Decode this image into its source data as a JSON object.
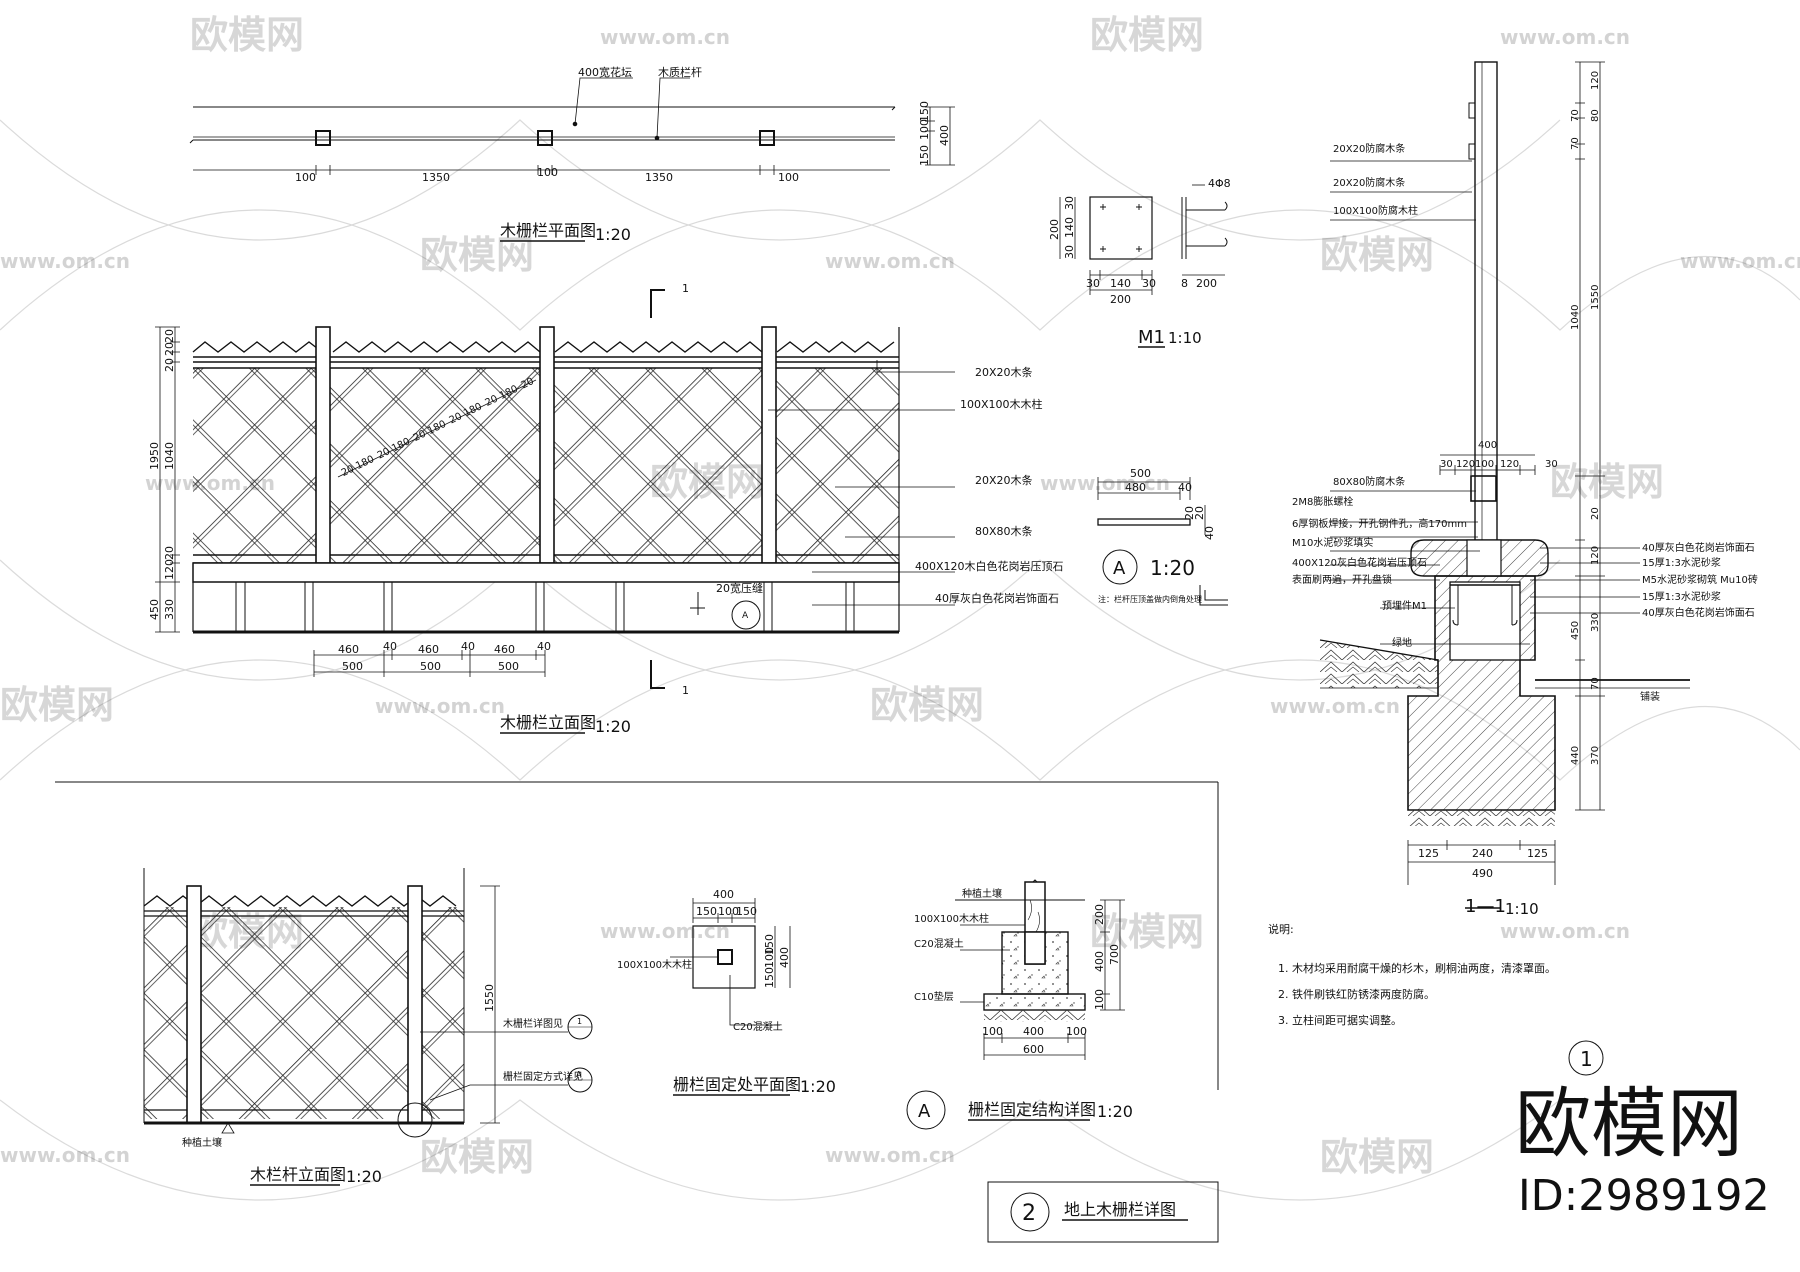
{
  "plan": {
    "label_a": "400宽花坛",
    "label_b": "木质栏杆",
    "dims_bottom": [
      "100",
      "1350",
      "100",
      "1350",
      "100"
    ],
    "dims_right": [
      "150",
      "100",
      "150",
      "400"
    ],
    "title": "木栅栏平面图",
    "scale": "1:20"
  },
  "elev": {
    "section_mark": "1",
    "dims_left": [
      "20",
      "20",
      "20",
      "1040",
      "1950",
      "20",
      "120",
      "450",
      "330"
    ],
    "diag_dims": [
      "20",
      "180",
      "20",
      "180",
      "20",
      "180",
      "20",
      "180",
      "20",
      "180",
      "20"
    ],
    "callouts": [
      "20X20木条",
      "100X100木木柱",
      "20X20木条",
      "80X80木条",
      "400X120木白色花岗岩压顶石",
      "40厚灰白色花岗岩饰面石"
    ],
    "joint_note": "20宽压缝",
    "detail_ref": "A",
    "dims_bottom_top": [
      "460",
      "40",
      "460",
      "40",
      "460",
      "40"
    ],
    "dims_bottom": [
      "500",
      "500",
      "500"
    ],
    "title": "木栅栏立面图",
    "scale": "1:20"
  },
  "m1": {
    "dims_plate": [
      "200",
      "30",
      "140",
      "30",
      "30",
      "140",
      "30",
      "200"
    ],
    "rebar": "4Φ8",
    "dims_side": [
      "8",
      "200"
    ],
    "title": "M1",
    "scale": "1:10"
  },
  "detailA": {
    "dims": [
      "500",
      "480",
      "40",
      "20",
      "20",
      "40"
    ],
    "tag": "A",
    "scale": "1:20",
    "note": "注：栏杆压顶盖做内倒角处理"
  },
  "section": {
    "callouts_left": [
      "20X20防腐木条",
      "20X20防腐木条",
      "100X100防腐木柱",
      "80X80防腐木条",
      "2M8膨胀螺栓",
      "6厚钢板焊接，开孔钢件孔，高170mm",
      "M10水泥砂浆填实",
      "400X120灰白色花岗岩压顶石",
      "表面刷两遍，开孔盘锁"
    ],
    "dims_top": [
      "400",
      "30",
      "120",
      "100",
      "120",
      "30"
    ],
    "callouts_right": [
      "40厚灰白色花岗岩饰面石",
      "15厚1:3水泥砂浆",
      "M5水泥砂浆砌筑 Mu10砖",
      "15厚1:3水泥砂浆",
      "40厚灰白色花岗岩饰面石"
    ],
    "embed": "预埋件M1",
    "grass": "绿地",
    "paving": "铺装",
    "dims_right": [
      "120",
      "80",
      "70",
      "70",
      "1040",
      "1550",
      "20",
      "120",
      "450",
      "330",
      "70",
      "370",
      "440"
    ],
    "dims_bottom": [
      "125",
      "240",
      "125",
      "490"
    ],
    "title": "1—1",
    "scale": "1:10"
  },
  "notes": {
    "heading": "说明:",
    "items": [
      "1. 木材均采用耐腐干燥的杉木，刷桐油两度，清漆罩面。",
      "2. 铁件刷铁红防锈漆两度防腐。",
      "3. 立柱间距可据实调整。"
    ]
  },
  "sheet_no": "1",
  "rail": {
    "dim": "1550",
    "callout_1": "木栅栏详图见",
    "callout_1_ref": "1",
    "callout_2": "栅栏固定方式详见",
    "callout_2_ref": "A",
    "ground": "种植土壤",
    "title": "木栏杆立面图",
    "scale": "1:20"
  },
  "fix_plan": {
    "dims_top": [
      "400",
      "150",
      "100",
      "150"
    ],
    "dims_side": [
      "150",
      "100",
      "150",
      "400"
    ],
    "post": "100X100木木柱",
    "concrete": "C20混凝土",
    "title": "栅栏固定处平面图",
    "scale": "1:20"
  },
  "fix_detail": {
    "soil": "种植土壤",
    "post": "100X100木木柱",
    "concrete": "C20混凝土",
    "base": "C10垫层",
    "dims_right": [
      "200",
      "400",
      "700",
      "100"
    ],
    "dims_bottom": [
      "100",
      "400",
      "100",
      "600"
    ],
    "tag": "A",
    "title": "栅栏固定结构详图",
    "scale": "1:20"
  },
  "sheet_title": {
    "number": "2",
    "text": "地上木栅栏详图"
  },
  "watermark": {
    "brand": "欧模网",
    "site": "www.om.cn",
    "id": "ID:2989192"
  }
}
